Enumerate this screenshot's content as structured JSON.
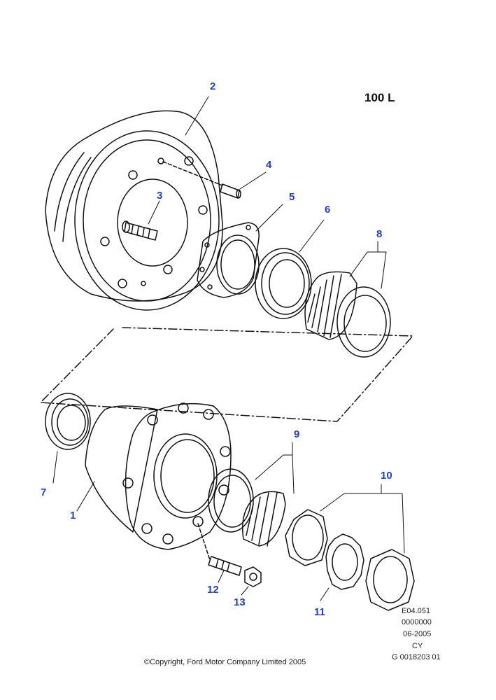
{
  "variant_label": "100 L",
  "callouts": {
    "c1": "1",
    "c2": "2",
    "c3": "3",
    "c4": "4",
    "c5": "5",
    "c6": "6",
    "c7": "7",
    "c8": "8",
    "c9": "9",
    "c10": "10",
    "c11": "11",
    "c12": "12",
    "c13": "13"
  },
  "reference": {
    "code": "E04.051",
    "number": "0000000",
    "date": "06-2005",
    "region": "CY",
    "illustration": "G 0018203 01"
  },
  "copyright": "©Copyright, Ford Motor Company Limited 2005",
  "colors": {
    "callout": "#1f3fd6",
    "line": "#111111"
  }
}
